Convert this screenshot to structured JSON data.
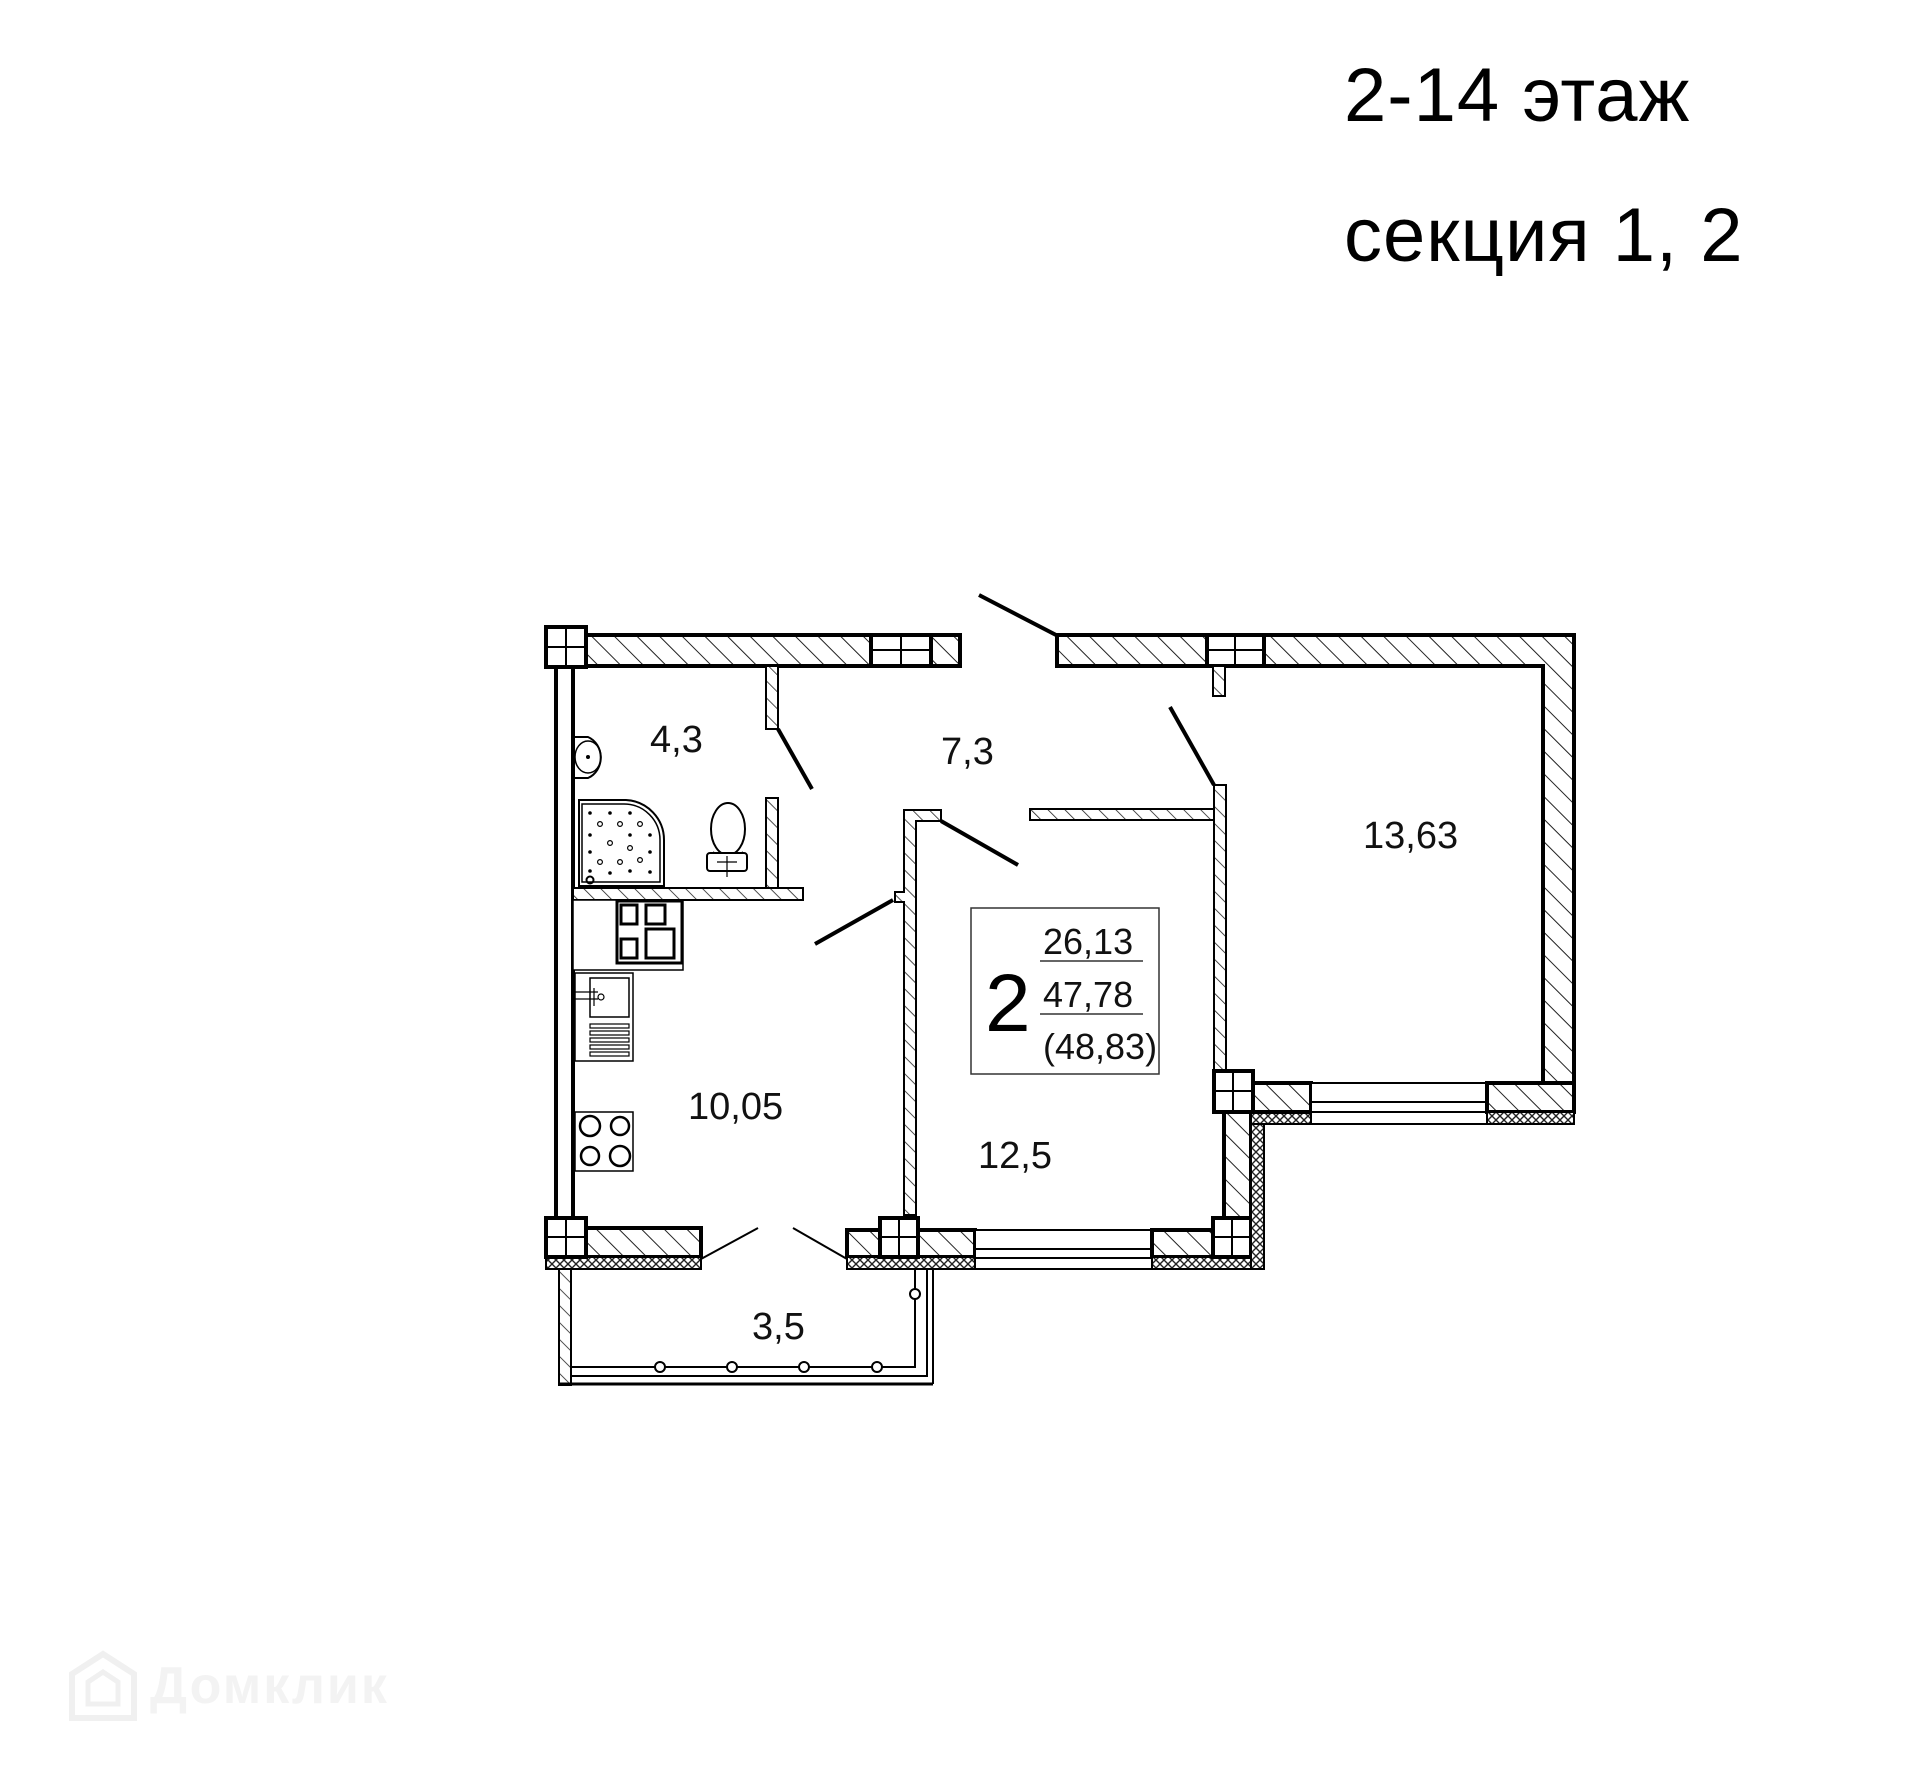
{
  "header": {
    "floors": "2-14 этаж",
    "section": "секция 1, 2"
  },
  "plan": {
    "rooms": [
      {
        "id": "bathroom",
        "area": "4,3"
      },
      {
        "id": "hallway",
        "area": "7,3"
      },
      {
        "id": "bedroom",
        "area": "13,63"
      },
      {
        "id": "kitchen",
        "area": "10,05"
      },
      {
        "id": "living-room",
        "area": "12,5"
      },
      {
        "id": "balcony",
        "area": "3,5"
      }
    ],
    "summary": {
      "rooms_count": "2",
      "living_area": "26,13",
      "total_area": "47,78",
      "total_with_balcony": "(48,83)"
    },
    "colors": {
      "wall_stroke": "#000000",
      "hatch": "#333333",
      "background": "#ffffff"
    }
  },
  "watermark": {
    "label": "Домклик",
    "icon": "house-logo-icon"
  }
}
